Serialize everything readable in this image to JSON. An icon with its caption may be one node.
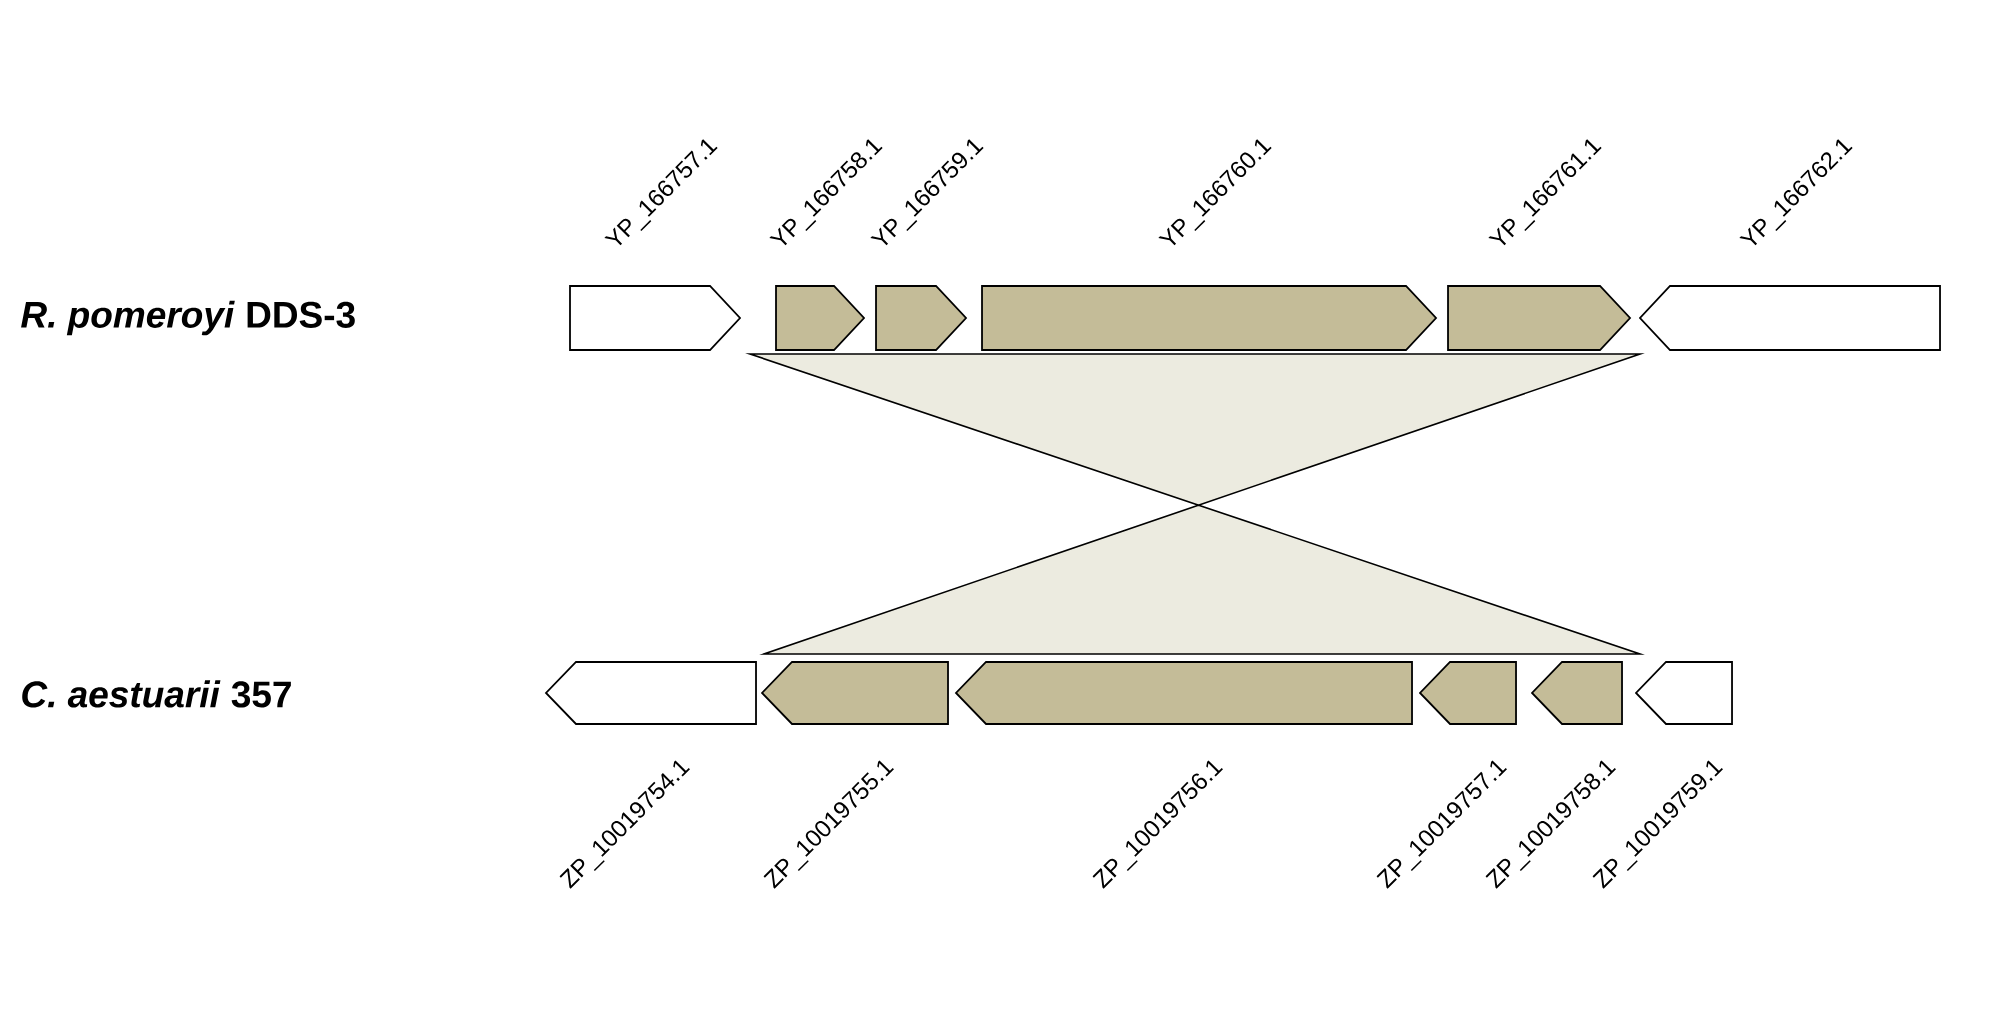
{
  "diagram": {
    "nodes": [
      {
        "text": [],
        "shape": "arrow",
        "beside": [
          "YP_166757.1"
        ]
      },
      {
        "text": [],
        "shape": "arrow",
        "beside": [
          "YP_166758.1"
        ]
      },
      {
        "text": [],
        "shape": "arrow",
        "beside": [
          "YP_166759.1"
        ]
      },
      {
        "text": [],
        "shape": "arrow",
        "beside": [
          "YP_166760.1"
        ]
      },
      {
        "text": [],
        "shape": "arrow",
        "beside": [
          "YP_166761.1"
        ]
      },
      {
        "text": [],
        "shape": "arrow",
        "beside": [
          "YP_166762.1"
        ]
      },
      {
        "text": [],
        "shape": "arrow",
        "beside": [
          "ZP_10019754.1"
        ]
      },
      {
        "text": [],
        "shape": "arrow",
        "beside": [
          "ZP_10019755.1"
        ]
      },
      {
        "text": [],
        "shape": "arrow",
        "beside": [
          "ZP_10019756.1"
        ]
      },
      {
        "text": [],
        "shape": "arrow",
        "beside": [
          "ZP_10019757.1"
        ]
      },
      {
        "text": [],
        "shape": "arrow",
        "beside": [
          "ZP_10019758.1"
        ]
      },
      {
        "text": [],
        "shape": "arrow",
        "beside": [
          "ZP_10019759.1"
        ]
      }
    ],
    "labels": [
      "*R. pomeroyi* DDS-3",
      "*C. aestuarii* 357"
    ]
  }
}
